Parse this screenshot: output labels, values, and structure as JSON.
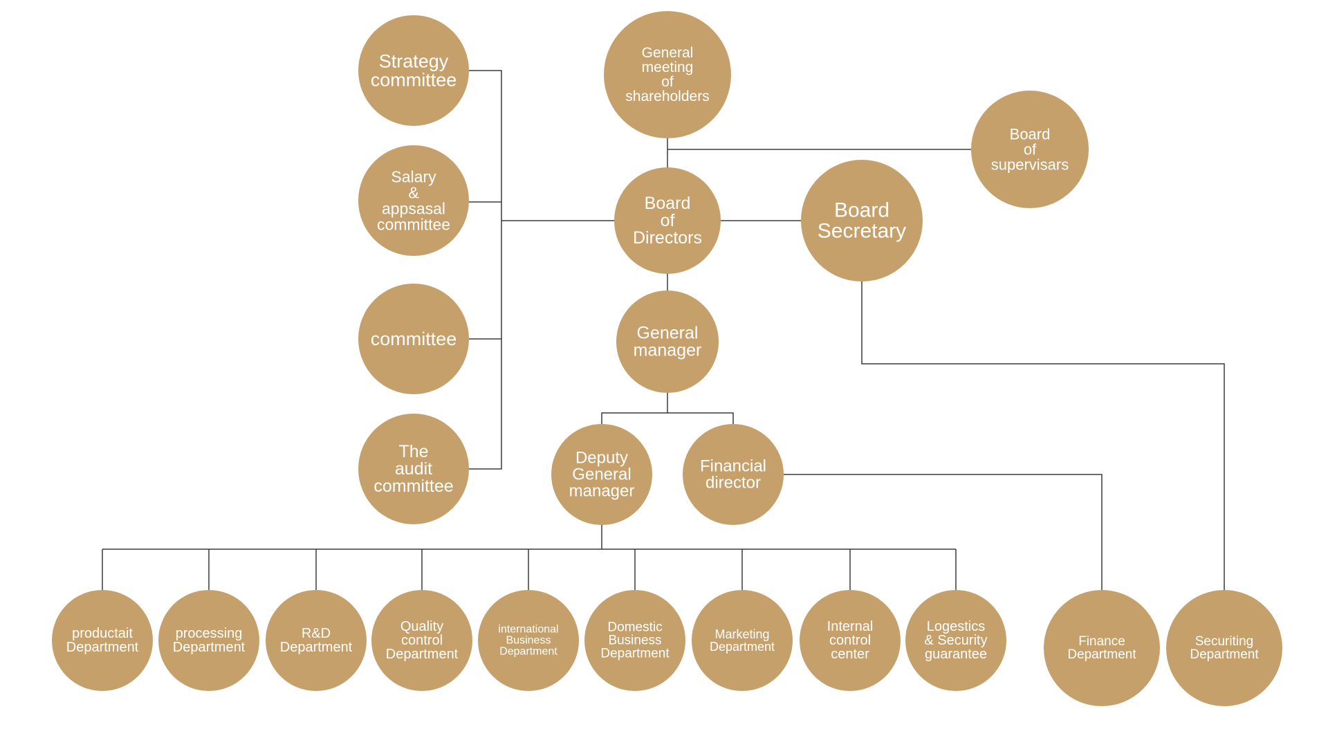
{
  "colors": {
    "node_fill": "#c6a06a",
    "line": "#3a3a3a",
    "text": "#ffffff",
    "background": "#ffffff"
  },
  "nodes": [
    {
      "id": "strategy",
      "lines": [
        "Strategy",
        "committee"
      ]
    },
    {
      "id": "salary",
      "lines": [
        "Salary",
        "&",
        "appsasal",
        "committee"
      ]
    },
    {
      "id": "committee",
      "lines": [
        "committee"
      ]
    },
    {
      "id": "audit",
      "lines": [
        "The",
        "audit",
        "committee"
      ]
    },
    {
      "id": "gms",
      "lines": [
        "General",
        "meeting",
        "of",
        "shareholders"
      ]
    },
    {
      "id": "supervisors",
      "lines": [
        "Board",
        "of",
        "supervisars"
      ]
    },
    {
      "id": "bod",
      "lines": [
        "Board",
        "of",
        "Directors"
      ]
    },
    {
      "id": "secretary",
      "lines": [
        "Board",
        "Secretary"
      ]
    },
    {
      "id": "gm",
      "lines": [
        "General",
        "manager"
      ]
    },
    {
      "id": "dgm",
      "lines": [
        "Deputy",
        "General",
        "manager"
      ]
    },
    {
      "id": "fd",
      "lines": [
        "Financial",
        "director"
      ]
    },
    {
      "id": "prod",
      "lines": [
        "productait",
        "Department"
      ]
    },
    {
      "id": "proc",
      "lines": [
        "processing",
        "Department"
      ]
    },
    {
      "id": "rnd",
      "lines": [
        "R&D",
        "Department"
      ]
    },
    {
      "id": "qc",
      "lines": [
        "Quality",
        "control",
        "Department"
      ]
    },
    {
      "id": "intl",
      "lines": [
        "international",
        "Business",
        "Department"
      ]
    },
    {
      "id": "dom",
      "lines": [
        "Domestic",
        "Business",
        "Department"
      ]
    },
    {
      "id": "mkt",
      "lines": [
        "Marketing",
        "Department"
      ]
    },
    {
      "id": "icc",
      "lines": [
        "Internal",
        "control",
        "center"
      ]
    },
    {
      "id": "log",
      "lines": [
        "Logestics",
        "& Security",
        "guarantee"
      ]
    },
    {
      "id": "fin",
      "lines": [
        "Finance",
        "Department"
      ]
    },
    {
      "id": "sec",
      "lines": [
        "Securiting",
        "Department"
      ]
    }
  ]
}
